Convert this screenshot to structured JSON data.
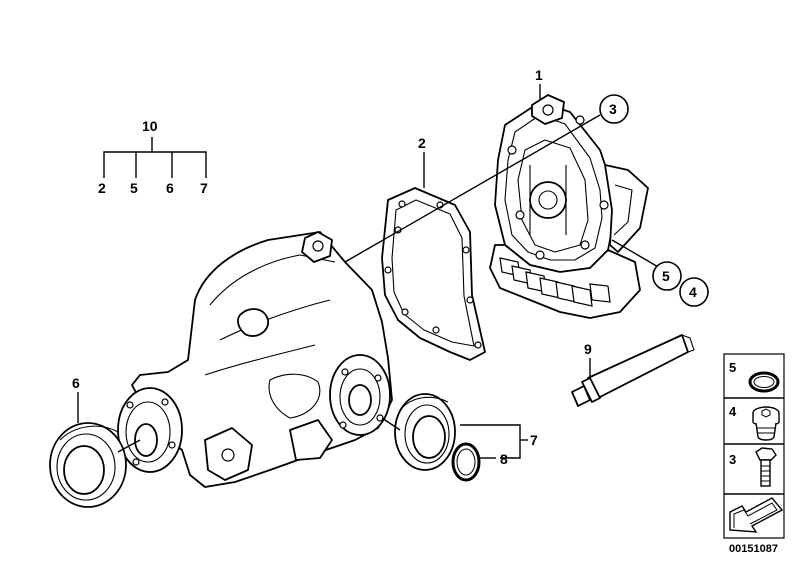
{
  "callouts": {
    "c1": "1",
    "c2_gasket": "2",
    "c3_circle": "3",
    "c5_circle": "5",
    "c4_circle": "4",
    "c9": "9",
    "c6": "6",
    "c7": "7",
    "c8": "8",
    "c10": "10",
    "kit": [
      "2",
      "5",
      "6",
      "7"
    ]
  },
  "legend": {
    "items": [
      {
        "label": "5",
        "icon": "seal-ring-icon"
      },
      {
        "label": "4",
        "icon": "screw-plug-icon"
      },
      {
        "label": "3",
        "icon": "bolt-icon"
      }
    ],
    "nav_icon": "arrow-icon"
  },
  "reference": "00151087"
}
